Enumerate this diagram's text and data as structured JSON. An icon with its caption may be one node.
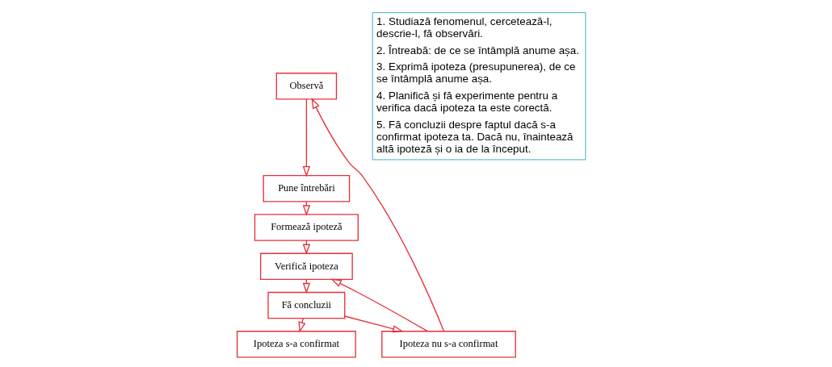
{
  "diagram": {
    "nodes": [
      {
        "text": [
          "Observă"
        ]
      },
      {
        "text": [
          "Pune întrebări"
        ]
      },
      {
        "text": [
          "Formează ipoteză"
        ]
      },
      {
        "text": [
          "Verifică ipoteza"
        ]
      },
      {
        "text": [
          "Fă concluzii"
        ]
      },
      {
        "text": [
          "Ipoteza s-a confirmat"
        ]
      },
      {
        "text": [
          "Ipoteza nu s-a confirmat"
        ]
      }
    ],
    "edges": [
      {
        "from": 0,
        "to": 1,
        "arrow": "to"
      },
      {
        "from": 1,
        "to": 2,
        "arrow": "to"
      },
      {
        "from": 2,
        "to": 3,
        "arrow": "to"
      },
      {
        "from": 3,
        "to": 4,
        "arrow": "to"
      },
      {
        "from": 4,
        "to": 5,
        "arrow": "to"
      },
      {
        "from": 4,
        "to": 6,
        "arrow": "to"
      },
      {
        "from": 6,
        "to": 3,
        "arrow": "to"
      },
      {
        "from": 6,
        "to": 0,
        "arrow": "to"
      }
    ],
    "labels": [
      "1. Studiază fenomenul, cercetează-l, descrie-l, fă observări.",
      "2. Întreabă: de ce se întâmplă anume așa.",
      "3. Exprimă ipoteza (presupunerea), de ce se întâmplă anume așa.",
      "4. Planifică și fă experimente pentru a verifica dacă ipoteza ta este corectă.",
      "5. Fă concluzii despre faptul dacă s-a confirmat ipoteza ta. Dacă nu, înaintează altă ipoteză și o ia de la început."
    ]
  }
}
